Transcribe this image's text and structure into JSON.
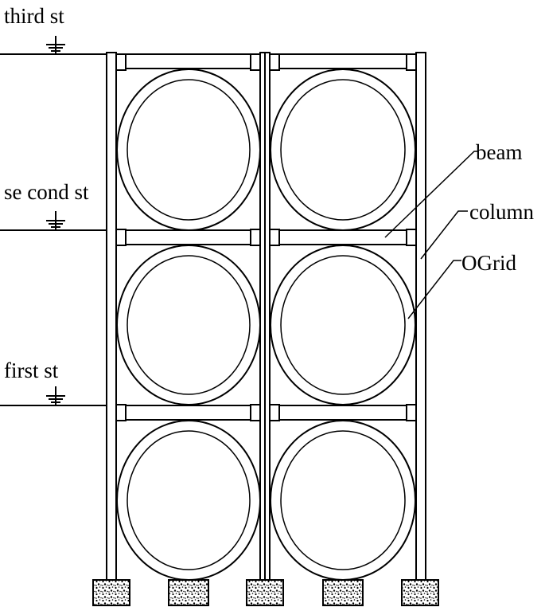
{
  "levels": {
    "third": "third st",
    "second": "se cond st",
    "first": "first st"
  },
  "callouts": {
    "beam": "beam",
    "column": "column",
    "ogrid": "OGrid"
  },
  "structure": {
    "bays": 2,
    "stories": 3,
    "footings": 5
  },
  "colors": {
    "line": "#000000",
    "background": "#ffffff"
  }
}
